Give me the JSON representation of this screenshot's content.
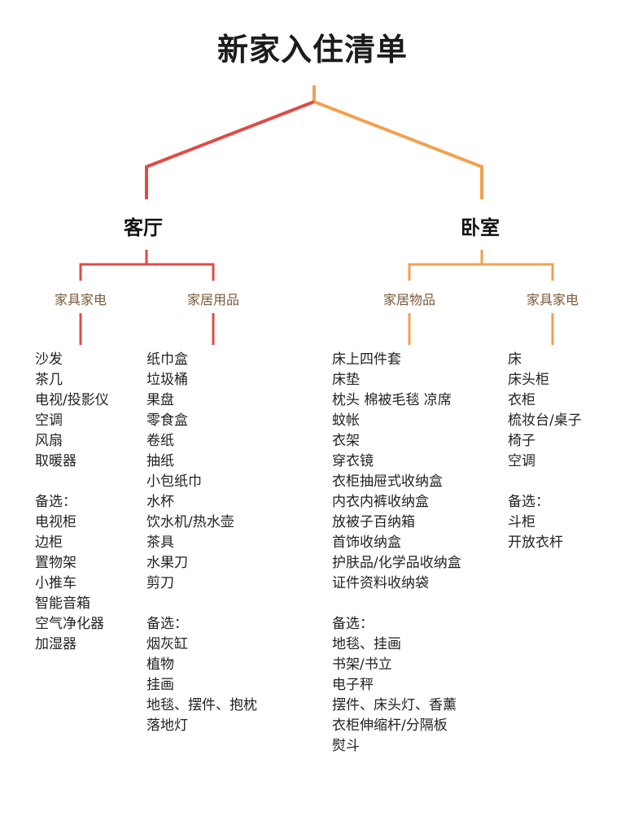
{
  "title": "新家入住清单",
  "colors": {
    "living_room": "#e04b44",
    "bedroom": "#f2a14f",
    "trunk": "#f2a14f"
  },
  "rooms": [
    {
      "name": "客厅",
      "categories": [
        {
          "name": "家具家电",
          "items": [
            "沙发",
            "茶几",
            "电视/投影仪",
            "空调",
            "风扇",
            "取暖器",
            "",
            "备选：",
            "电视柜",
            "边柜",
            "置物架",
            "小推车",
            "智能音箱",
            "空气净化器",
            "加湿器"
          ]
        },
        {
          "name": "家居用品",
          "items": [
            "纸巾盒",
            "垃圾桶",
            "果盘",
            "零食盒",
            "卷纸",
            "抽纸",
            "小包纸巾",
            "水杯",
            "饮水机/热水壶",
            "茶具",
            "水果刀",
            "剪刀",
            "",
            "备选：",
            "烟灰缸",
            "植物",
            "挂画",
            "地毯、摆件、抱枕",
            "落地灯"
          ]
        }
      ]
    },
    {
      "name": "卧室",
      "categories": [
        {
          "name": "家居物品",
          "items": [
            "床上四件套",
            "床垫",
            "枕头 棉被毛毯 凉席",
            "蚊帐",
            "衣架",
            "穿衣镜",
            "衣柜抽屉式收纳盒",
            "内衣内裤收纳盒",
            "放被子百纳箱",
            "首饰收纳盒",
            "护肤品/化学品收纳盒",
            "证件资料收纳袋",
            "",
            "备选：",
            "地毯、挂画",
            "书架/书立",
            "电子秤",
            "摆件、床头灯、香薰",
            "衣柜伸缩杆/分隔板",
            "熨斗"
          ]
        },
        {
          "name": "家具家电",
          "items": [
            "床",
            "床头柜",
            "衣柜",
            "梳妆台/桌子",
            "椅子",
            "空调",
            "",
            "备选：",
            "斗柜",
            "开放衣杆"
          ]
        }
      ]
    }
  ]
}
